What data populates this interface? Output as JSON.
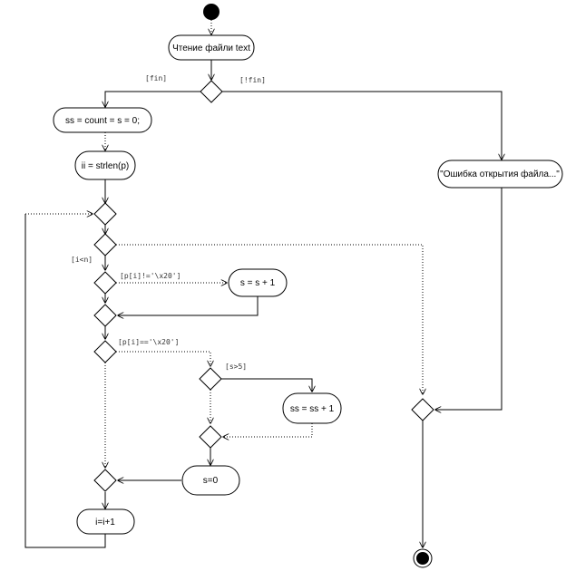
{
  "nodes": {
    "read_file": "Чтение файли text",
    "init": "ss = count = s = 0;",
    "strlen": "ii = strlen(p)",
    "error": "\"Ошибка открытия файла...\"",
    "s_inc": "s = s + 1",
    "ss_inc": "ss = ss + 1",
    "s_zero": "s=0",
    "i_inc": "i=i+1"
  },
  "guards": {
    "fin": "[fin]",
    "not_fin": "[!fin]",
    "i_lt_n": "[i<n]",
    "p_ne_space": "[p[i]!='\\x20']",
    "p_eq_space": "[p[i]=='\\x20']",
    "s_gt_5": "[s>5]"
  }
}
